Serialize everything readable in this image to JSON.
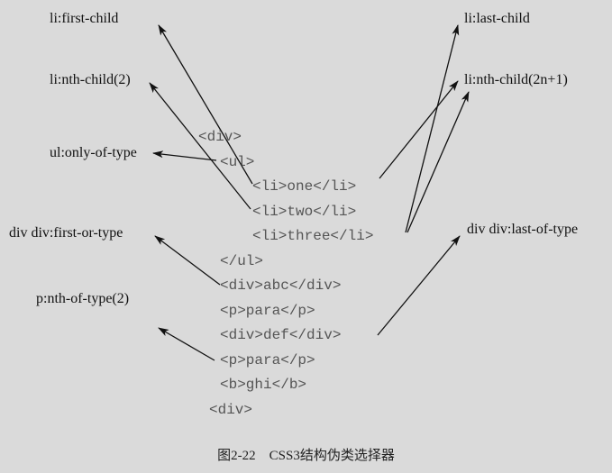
{
  "labels": {
    "first_child": "li:first-child",
    "nth_child_2": "li:nth-child(2)",
    "only_of_type": "ul:only-of-type",
    "first_of_type": "div div:first-or-type",
    "nth_of_type_2": "p:nth-of-type(2)",
    "last_child": "li:last-child",
    "nth_child_2n1": "li:nth-child(2n+1)",
    "last_of_type": "div div:last-of-type"
  },
  "code": [
    "<div>",
    "<ul>",
    "<li>one</li>",
    "<li>two</li>",
    "<li>three</li>",
    "</ul>",
    "<div>abc</div>",
    "<p>para</p>",
    "<div>def</div>",
    "<p>para</p>",
    "<b>ghi</b>",
    "<div>"
  ],
  "caption": "图2-22　CSS3结构伪类选择器"
}
